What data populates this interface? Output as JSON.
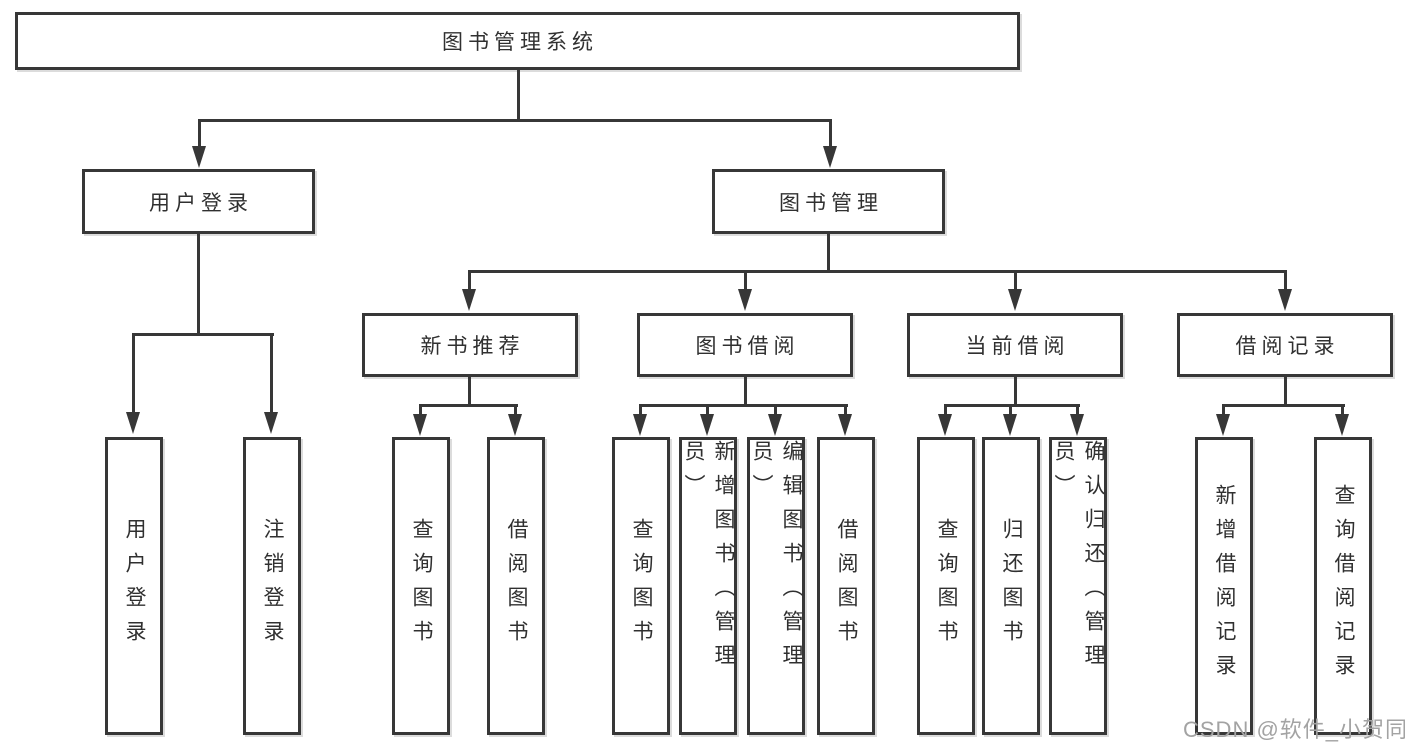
{
  "diagram": {
    "title": "图书管理系统",
    "nodes": {
      "root": "图书管理系统",
      "user_login": "用户登录",
      "book_mgmt": "图书管理",
      "new_book_rec": "新书推荐",
      "book_borrow": "图书借阅",
      "current_borrow": "当前借阅",
      "borrow_record": "借阅记录",
      "user_login_children": [
        "用户登录",
        "注销登录"
      ],
      "new_book_rec_children": [
        "查询图书",
        "借阅图书"
      ],
      "book_borrow_children": [
        "查询图书",
        "新增图书（管理员）",
        "编辑图书（管理员）",
        "借阅图书"
      ],
      "current_borrow_children": [
        "查询图书",
        "归还图书",
        "确认归还（管理员）"
      ],
      "borrow_record_children": [
        "新增借阅记录",
        "查询借阅记录"
      ]
    },
    "colors": {
      "line": "#373737",
      "text": "#303030",
      "background": "#ffffff",
      "watermark": "#a3a3a3"
    }
  },
  "watermark": "CSDN @软件_小贺同学"
}
